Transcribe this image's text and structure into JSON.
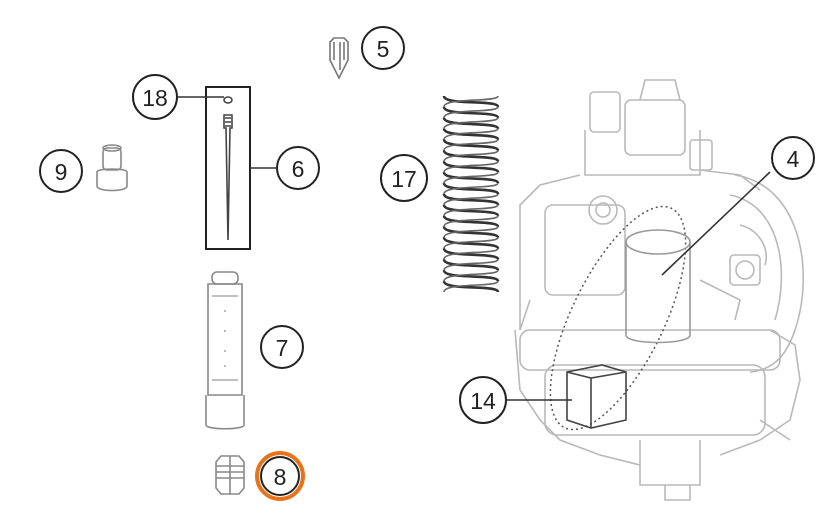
{
  "callouts": {
    "c4": "4",
    "c5": "5",
    "c6": "6",
    "c7": "7",
    "c8": "8",
    "c9": "9",
    "c14": "14",
    "c17": "17",
    "c18": "18"
  },
  "highlight": {
    "selected_callout": "8",
    "color": "#e8731c"
  }
}
